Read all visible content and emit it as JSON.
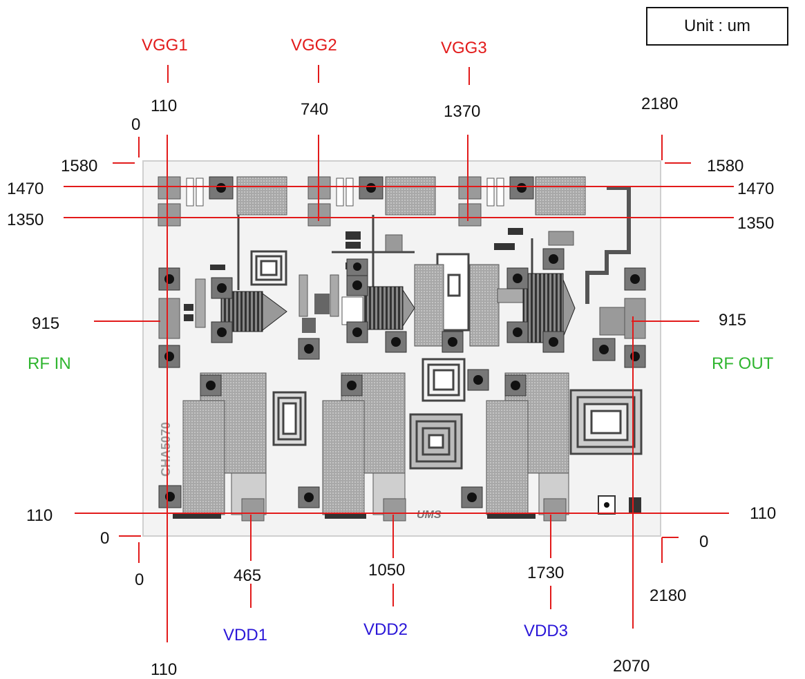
{
  "unit_label": "Unit : um",
  "chip": {
    "marking": "CHA5070",
    "logo": "UMS"
  },
  "pins": {
    "vgg1": "VGG1",
    "vgg2": "VGG2",
    "vgg3": "VGG3",
    "vdd1": "VDD1",
    "vdd2": "VDD2",
    "vdd3": "VDD3",
    "rf_in": "RF IN",
    "rf_out": "RF OUT"
  },
  "dimensions": {
    "vgg1_x": "110",
    "vgg2_x": "740",
    "vgg3_x": "1370",
    "top_right_x": "2180",
    "top_left_x": "0",
    "top_left_y": "1580",
    "top_right_y": "1580",
    "pad_row1_left": "1470",
    "pad_row1_right": "1470",
    "pad_row2_left": "1350",
    "pad_row2_right": "1350",
    "rf_in_y": "915",
    "rf_out_y": "915",
    "bottom_pad_left": "110",
    "bottom_pad_right": "110",
    "bottom_left_y": "0",
    "bottom_right_y": "0",
    "bottom_left_x": "0",
    "bottom_right_x": "2180",
    "vdd1_x": "465",
    "vdd2_x": "1050",
    "vdd3_x": "1730",
    "left_pad_x": "110",
    "right_pad_x": "2070"
  },
  "colors": {
    "vgg": "#e21a1a",
    "vdd": "#2a16d8",
    "rf": "#2fb52f",
    "dimension_line": "#e21a1a",
    "die_background": "#f3f3f3",
    "metal": "#9a9a9a"
  }
}
